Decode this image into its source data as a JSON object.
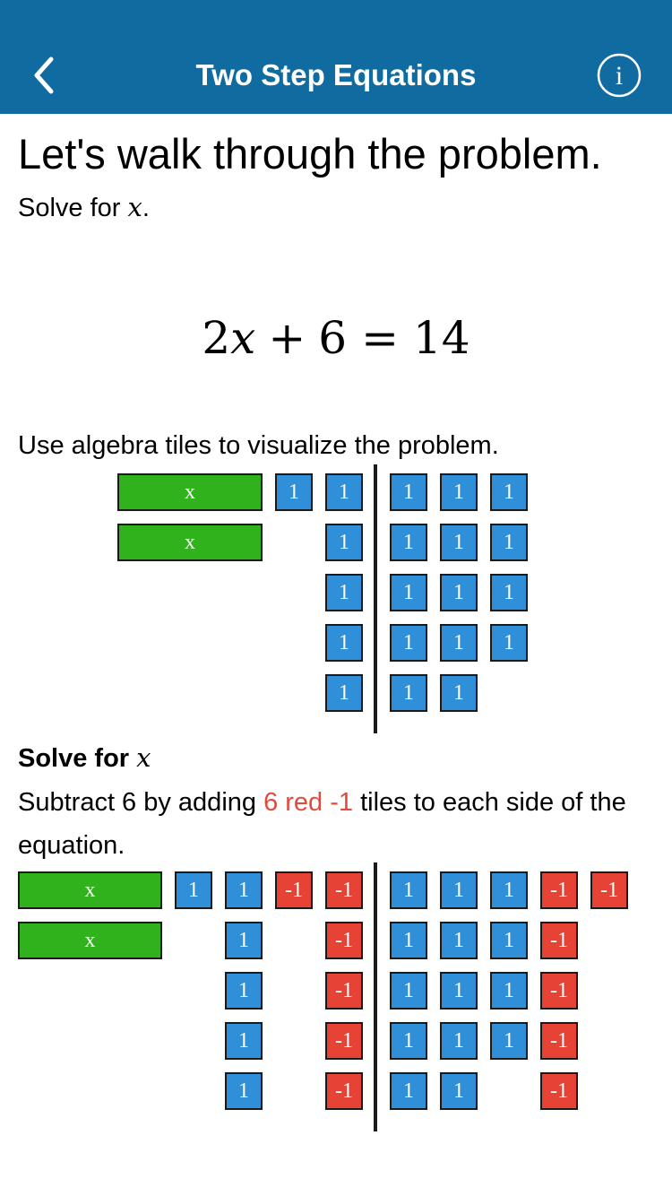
{
  "nav": {
    "title": "Two Step Equations",
    "back_icon": "chevron-left-icon",
    "info_icon": "info-circle-icon",
    "info_glyph": "i",
    "bar_color": "#0f6ba0"
  },
  "content": {
    "heading": "Let's walk through the problem.",
    "instruction_prefix": "Solve for ",
    "instruction_var": "x",
    "instruction_suffix": ".",
    "equation": {
      "coef": "2",
      "var": "x",
      "op": "+",
      "const": "6",
      "eq": "=",
      "rhs": "14"
    },
    "visualize_text": "Use algebra tiles to visualize the problem.",
    "solve": {
      "title_prefix": "Solve for ",
      "title_var": "x",
      "desc_prefix": "Subtract 6 by adding ",
      "desc_highlight": "6 red -1",
      "desc_suffix": " tiles to each side of the equation."
    }
  },
  "tiles": {
    "x_label": "x",
    "one_label": "1",
    "neg_label": "-1",
    "colors": {
      "x": "#30b21d",
      "one": "#2f8fd8",
      "neg": "#e64336"
    },
    "diagram1": {
      "left_x_count": 2,
      "left_one_count": 6,
      "right_one_count": 14
    },
    "diagram2": {
      "left_x_count": 2,
      "left_one_count": 6,
      "left_neg_count": 6,
      "right_one_count": 14,
      "right_neg_count": 6
    }
  }
}
